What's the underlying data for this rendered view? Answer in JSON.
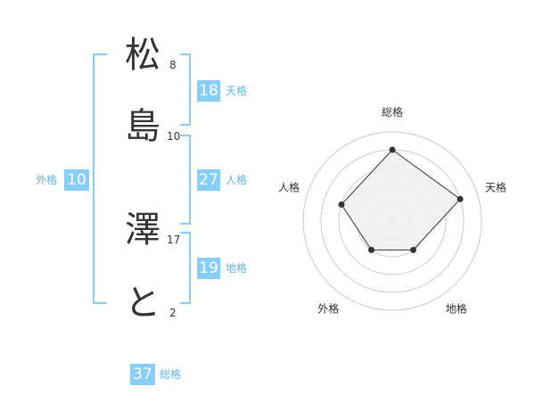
{
  "name": {
    "chars": [
      "松",
      "島",
      "澤",
      "と"
    ],
    "strokes": [
      "8",
      "10",
      "17",
      "2"
    ]
  },
  "fortune": {
    "ten": {
      "value": "18",
      "label": "天格"
    },
    "jin": {
      "value": "27",
      "label": "人格"
    },
    "chi": {
      "value": "19",
      "label": "地格"
    },
    "gai": {
      "value": "10",
      "label": "外格"
    },
    "sou": {
      "value": "37",
      "label": "総格"
    }
  },
  "colors": {
    "accent": "#87cefa",
    "accent_text": "#5fb4ec",
    "text": "#333333",
    "radar_fill": "#f0f0f0"
  },
  "chart_data": {
    "type": "radar",
    "axes": [
      "総格",
      "天格",
      "地格",
      "外格",
      "人格"
    ],
    "values": [
      4,
      4,
      2,
      2,
      3
    ],
    "max": 5
  }
}
